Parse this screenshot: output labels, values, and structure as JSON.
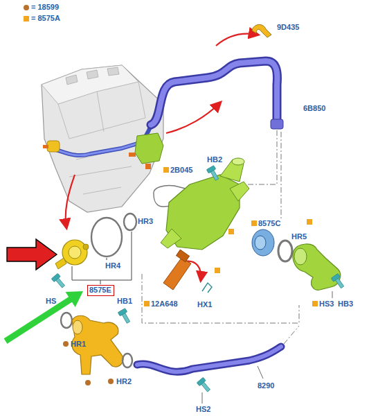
{
  "diagram": {
    "nodes": [
      {
        "text": [
          "8575E"
        ]
      }
    ],
    "labels": [
      "9D435",
      "6B850",
      "HB2",
      "2B045",
      "8575C",
      "HR5",
      "HR3",
      "HR4",
      "HS",
      "HB1",
      "12A648",
      "HX1",
      "HS3",
      "HB3",
      "HR1",
      "HR2",
      "8290",
      "HS2"
    ],
    "legend": [
      {
        "text": "= 18599",
        "color": "#b8702a"
      },
      {
        "text": "= 8575A",
        "color": "#f2a51f"
      }
    ]
  }
}
